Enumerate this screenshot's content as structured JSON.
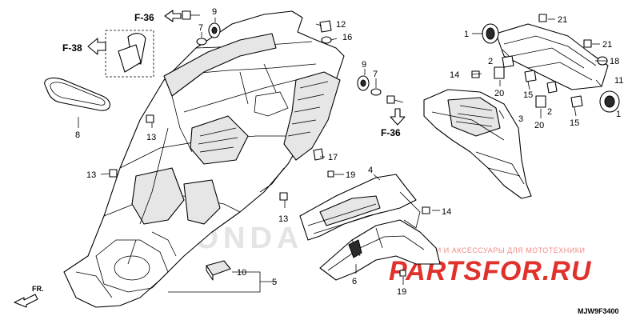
{
  "callouts": [
    "1",
    "2",
    "3",
    "4",
    "5",
    "6",
    "7",
    "8",
    "9",
    "10",
    "11",
    "12",
    "13",
    "14",
    "15",
    "16",
    "17",
    "18",
    "19",
    "20",
    "21"
  ],
  "refs": {
    "f36": "F-36",
    "f38": "F-38",
    "fr": "FR."
  },
  "watermark": "HONDA",
  "logo": {
    "subtitle": "ЗАПЧАСТИ И АКСЕССУАРЫ ДЛЯ МОТОТЕХНИКИ",
    "main": "PARTSFOR.RU"
  },
  "diagram_code": "MJW9F3400",
  "colors": {
    "logo_red": "#e0322c",
    "line": "#000000"
  }
}
